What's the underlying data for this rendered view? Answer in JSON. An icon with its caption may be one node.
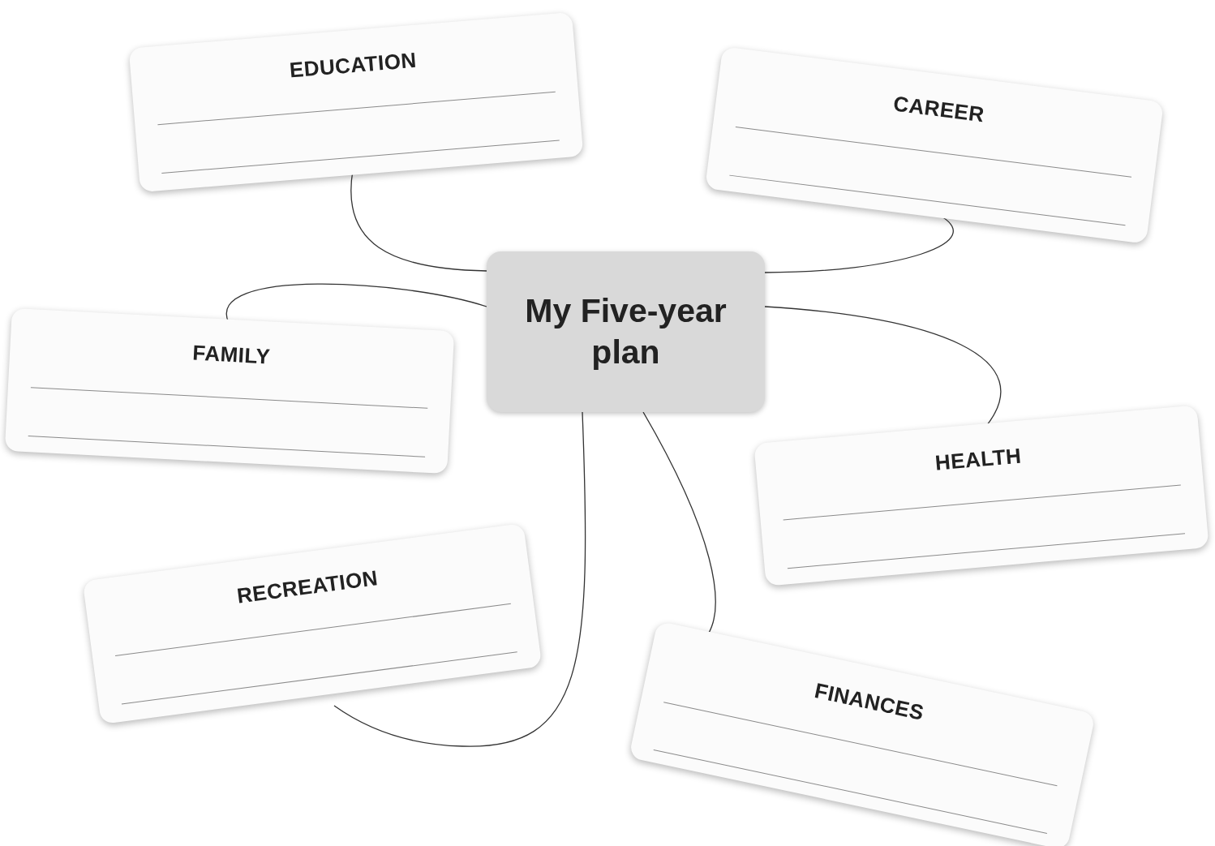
{
  "diagram": {
    "nodes": [
      {
        "text": [
          "My Five-year plan"
        ]
      },
      {
        "text": [
          "EDUCATION"
        ]
      },
      {
        "text": [
          "CAREER"
        ]
      },
      {
        "text": [
          "FAMILY"
        ]
      },
      {
        "text": [
          "HEALTH"
        ]
      },
      {
        "text": [
          "RECREATION"
        ]
      },
      {
        "text": [
          "FINANCES"
        ]
      }
    ],
    "edges": [
      {
        "from": 0,
        "to": 1,
        "arrow": "none"
      },
      {
        "from": 0,
        "to": 2,
        "arrow": "none"
      },
      {
        "from": 0,
        "to": 3,
        "arrow": "none"
      },
      {
        "from": 0,
        "to": 4,
        "arrow": "none"
      },
      {
        "from": 0,
        "to": 5,
        "arrow": "none"
      },
      {
        "from": 0,
        "to": 6,
        "arrow": "none"
      }
    ]
  }
}
